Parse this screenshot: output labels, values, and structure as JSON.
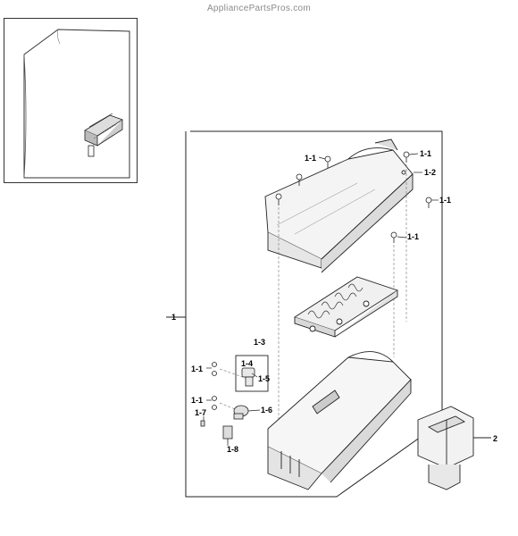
{
  "watermark": "AppliancePartsPros.com",
  "callouts": {
    "c1": "1",
    "c2": "2",
    "c1_1a": "1-1",
    "c1_1b": "1-1",
    "c1_1c": "1-1",
    "c1_1d": "1-1",
    "c1_1e": "1-1",
    "c1_1f": "1-1",
    "c1_2": "1-2",
    "c1_3": "1-3",
    "c1_4": "1-4",
    "c1_5": "1-5",
    "c1_6": "1-6",
    "c1_7": "1-7",
    "c1_8": "1-8"
  }
}
